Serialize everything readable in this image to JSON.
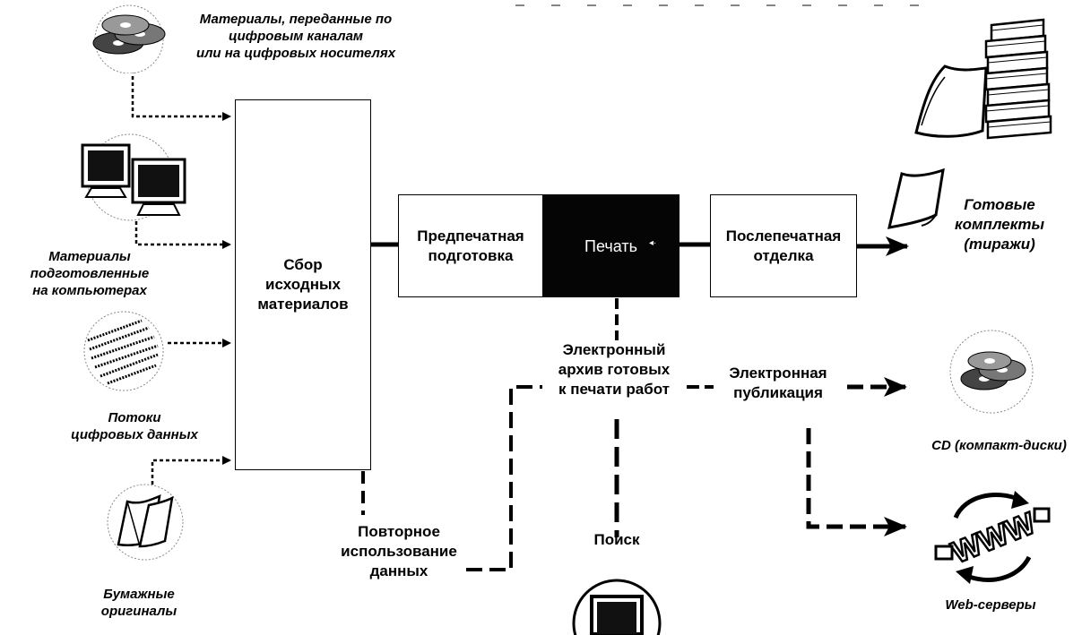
{
  "sources": {
    "digital_media": [
      "Материалы, переданные по",
      "цифровым  каналам",
      "или на цифровых носителях"
    ],
    "computers": [
      "Материалы",
      "подготовленные",
      "на компьютерах"
    ],
    "data_streams": [
      "Потоки",
      "цифровых данных"
    ],
    "paper": [
      "Бумажные",
      "оригиналы"
    ]
  },
  "process": {
    "collect": [
      "Сбор",
      "исходных",
      "материалов"
    ],
    "prepress": [
      "Предпечатная",
      "подготовка"
    ],
    "print": "Печать",
    "postpress": [
      "Послепечатная",
      "отделка"
    ]
  },
  "outputs": {
    "finished": [
      "Готовые",
      "комплекты",
      "(тиражи)"
    ],
    "cd": "CD (компакт-диски)",
    "web": "Web-серверы"
  },
  "middle": {
    "archive": [
      "Электронный",
      "архив готовых",
      "к печати работ"
    ],
    "epub": [
      "Электронная",
      "публикация"
    ],
    "reuse": [
      "Повторное",
      "использование",
      "данных"
    ],
    "search": "Поиск"
  },
  "colors": {
    "ink": "#000000",
    "paper": "#ffffff",
    "print_fill": "#050505"
  },
  "icons": [
    "cd-stack-icon",
    "computers-icon",
    "text-stream-icon",
    "paper-doc-icon",
    "paper-stack-icon",
    "sheet-icon",
    "cd-icon",
    "www-globe-icon",
    "monitor-icon"
  ]
}
